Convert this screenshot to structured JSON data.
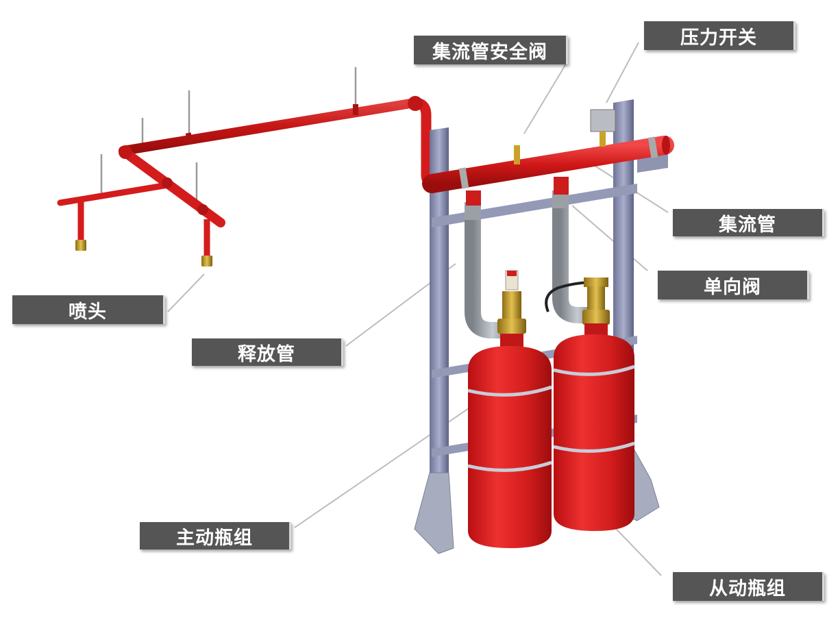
{
  "labels": {
    "manifold_safety_valve": "集流管安全阀",
    "pressure_switch": "压力开关",
    "manifold": "集流管",
    "check_valve": "单向阀",
    "nozzle": "喷头",
    "discharge_pipe": "释放管",
    "master_cylinder_group": "主动瓶组",
    "slave_cylinder_group": "从动瓶组"
  },
  "colors": {
    "pipe_red": "#d81e1e",
    "cylinder_red": "#e32626",
    "frame_steel": "#8a8fb0",
    "label_bg": "#555555",
    "label_text": "#ffffff",
    "brass": "#c9a227"
  },
  "icons": [
    "nozzle-icon",
    "valve-icon",
    "pressure-switch-icon"
  ]
}
